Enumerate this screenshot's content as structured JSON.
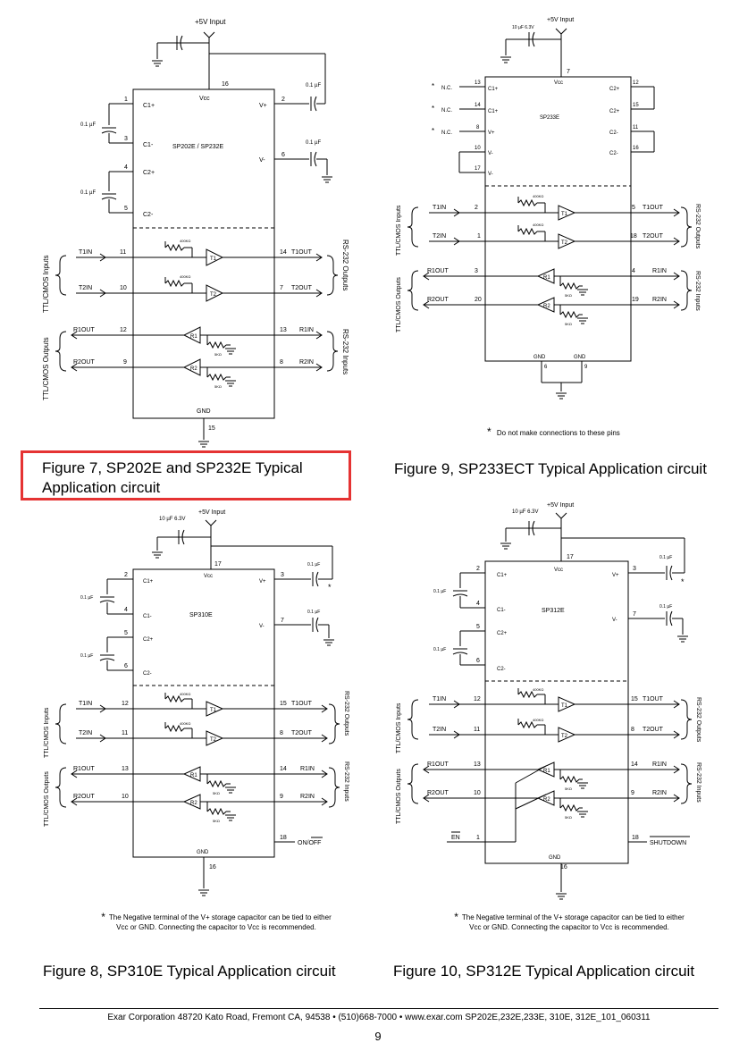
{
  "captions": {
    "fig7": "Figure 7, SP202E and SP232E Typical Application circuit",
    "fig9": "Figure 9, SP233ECT Typical Application circuit",
    "fig8": "Figure 8, SP310E Typical Application circuit",
    "fig10": "Figure 10, SP312E Typical Application circuit"
  },
  "notes": {
    "star": "*",
    "fig9_note": "Do not make connections to these pins",
    "storage_note": "The Negative terminal of the V+ storage capacitor can be tied to either Vcc or GND. Connecting the capacitor to Vcc is recommended."
  },
  "footer": {
    "text": "Exar Corporation 48720 Kato Road, Fremont CA, 94538 • (510)668-7000 • www.exar.com   SP202E,232E,233E, 310E, 312E_101_060311",
    "page_number": "9"
  },
  "common": {
    "supply": "+5V Input",
    "cap_01": "0.1 µF",
    "cap_10": "10 µF 6.3V",
    "vcc": "Vcc",
    "gnd": "GND",
    "vplus": "V+",
    "vminus": "V-",
    "c1p": "C1+",
    "c1m": "C1-",
    "c2p": "C2+",
    "c2m": "C2-",
    "t1in": "T1IN",
    "t2in": "T2IN",
    "t1out": "T1OUT",
    "t2out": "T2OUT",
    "r1in": "R1IN",
    "r2in": "R2IN",
    "r1out": "R1OUT",
    "r2out": "R2OUT",
    "t1": "T1",
    "t2": "T2",
    "r1": "R1",
    "r2": "R2",
    "r400k": "400KΩ",
    "r5k": "5KΩ",
    "nc": "N.C.",
    "ttl_in": "TTL/CMOS Inputs",
    "ttl_out": "TTL/CMOS Outputs",
    "rs_out": "RS-232 Outputs",
    "rs_in": "RS-232 Inputs"
  },
  "chips": {
    "sp202": "SP202E / SP232E",
    "sp233": "SP233E",
    "sp310": "SP310E",
    "sp312": "SP312E"
  },
  "pins": {
    "fig7": {
      "vcc": "16",
      "c1p": "1",
      "c1m": "3",
      "c2p": "4",
      "c2m": "5",
      "vp": "2",
      "vm": "6",
      "t1in": "11",
      "t2in": "10",
      "r1out": "12",
      "r2out": "9",
      "t1out": "14",
      "t2out": "7",
      "r1in": "13",
      "r2in": "8",
      "gnd": "15"
    },
    "fig9": {
      "c1p": "13",
      "c1m": "14",
      "vp": "8",
      "vm1": "10",
      "vm2": "17",
      "vcc": "7",
      "c2p1": "12",
      "c2p2": "15",
      "c2m1": "11",
      "c2m2": "16",
      "t1in": "2",
      "t2in": "1",
      "r1out": "3",
      "r2out": "20",
      "t1out": "5",
      "t2out": "18",
      "r1in": "4",
      "r2in": "19",
      "gnd1": "6",
      "gnd2": "9"
    },
    "fig8": {
      "vcc": "17",
      "c1p": "2",
      "c1m": "4",
      "c2p": "5",
      "c2m": "6",
      "vp": "3",
      "vm": "7",
      "t1in": "12",
      "t2in": "11",
      "r1out": "13",
      "r2out": "10",
      "t1out": "15",
      "t2out": "8",
      "r1in": "14",
      "r2in": "9",
      "onoff": "18",
      "gnd": "16",
      "onoff_label": "ON/OFF"
    },
    "fig10": {
      "vcc": "17",
      "c1p": "2",
      "c1m": "4",
      "c2p": "5",
      "c2m": "6",
      "vp": "3",
      "vm": "7",
      "t1in": "12",
      "t2in": "11",
      "r1out": "13",
      "r2out": "10",
      "t1out": "15",
      "t2out": "8",
      "r1in": "14",
      "r2in": "9",
      "en": "1",
      "shutdown": "18",
      "gnd": "16",
      "en_label": "EN",
      "shutdown_label": "SHUTDOWN"
    }
  }
}
